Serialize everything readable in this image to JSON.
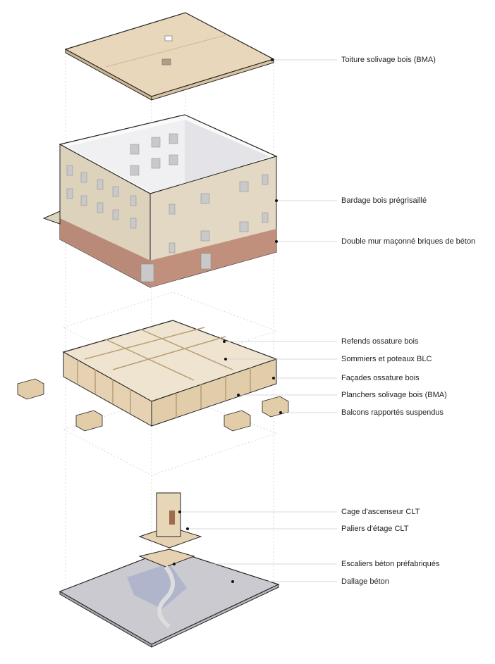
{
  "labels": {
    "roof": "Toiture solivage bois (BMA)",
    "cladding": "Bardage bois prégrisaillé",
    "masonry": "Double mur maçonné briques de béton",
    "partitions": "Refends ossature bois",
    "beams": "Sommiers et poteaux BLC",
    "facades": "Façades ossature bois",
    "floors": "Planchers solivage bois (BMA)",
    "balconies": "Balcons rapportés suspendus",
    "elevator": "Cage d'ascenseur CLT",
    "landings": "Paliers d'étage CLT",
    "stairs": "Escaliers béton préfabriqués",
    "slab": "Dallage béton"
  },
  "colors": {
    "wood": "#e6d2b2",
    "cladding": "#ddd3bd",
    "brick": "#b98a78",
    "concrete": "#c9c9d0",
    "leader": "#cccccc"
  }
}
